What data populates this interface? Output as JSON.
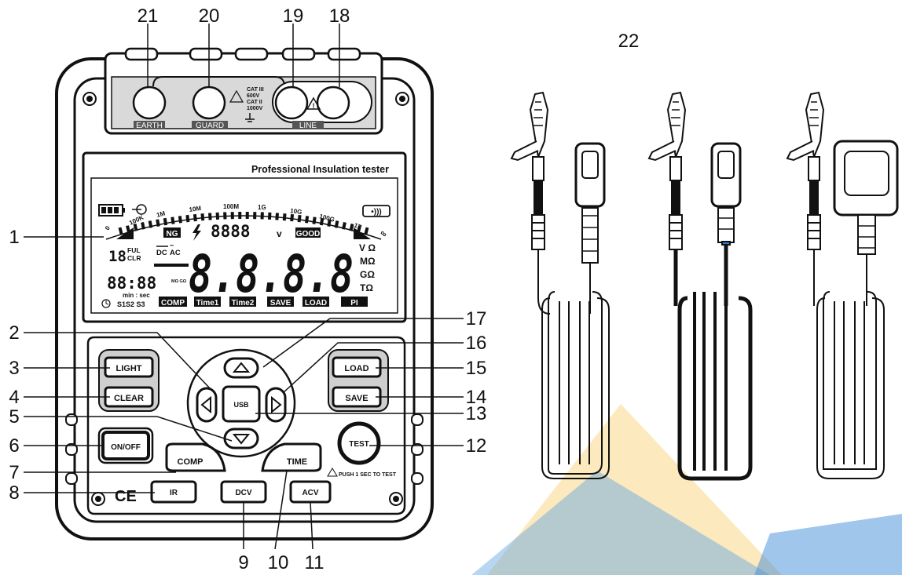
{
  "callouts": [
    {
      "id": "1",
      "label": "1"
    },
    {
      "id": "2",
      "label": "2"
    },
    {
      "id": "3",
      "label": "3"
    },
    {
      "id": "4",
      "label": "4"
    },
    {
      "id": "5",
      "label": "5"
    },
    {
      "id": "6",
      "label": "6"
    },
    {
      "id": "7",
      "label": "7"
    },
    {
      "id": "8",
      "label": "8"
    },
    {
      "id": "9",
      "label": "9"
    },
    {
      "id": "10",
      "label": "10"
    },
    {
      "id": "11",
      "label": "11"
    },
    {
      "id": "12",
      "label": "12"
    },
    {
      "id": "13",
      "label": "13"
    },
    {
      "id": "14",
      "label": "14"
    },
    {
      "id": "15",
      "label": "15"
    },
    {
      "id": "16",
      "label": "16"
    },
    {
      "id": "17",
      "label": "17"
    },
    {
      "id": "18",
      "label": "18"
    },
    {
      "id": "19",
      "label": "19"
    },
    {
      "id": "20",
      "label": "20"
    },
    {
      "id": "21",
      "label": "21"
    },
    {
      "id": "22",
      "label": "22"
    }
  ],
  "terminals": {
    "earth": "EARTH",
    "guard": "GUARD",
    "line": "LINE",
    "cat_lines": [
      "CAT III",
      "600V",
      "CAT II",
      "1000V"
    ]
  },
  "display": {
    "title": "Professional Insulation tester",
    "scale": [
      "0",
      "100K",
      "1M",
      "10M",
      "100M",
      "1G",
      "10G",
      "100G",
      "1T",
      "∞"
    ],
    "ng": "NG",
    "good": "GOOD",
    "small_digits": "8888",
    "volt_unit": "v",
    "mem_digits": "18",
    "ful": "FUL",
    "clr": "CLR",
    "dc": "DC",
    "ac": "AC",
    "main_digits": "8.8.8.8",
    "units": [
      "V Ω",
      "MΩ",
      "GΩ",
      "TΩ"
    ],
    "timer_digits": "88:88",
    "timer_units": "MΩ GΩ",
    "min_sec": "min : sec",
    "s123": "S1S2 S3",
    "modes": [
      "COMP",
      "Time1",
      "Time2",
      "SAVE",
      "LOAD",
      "PI"
    ]
  },
  "buttons": {
    "light": "LIGHT",
    "clear": "CLEAR",
    "usb": "USB",
    "load": "LOAD",
    "save": "SAVE",
    "onoff": "ON/OFF",
    "comp": "COMP",
    "time": "TIME",
    "test": "TEST",
    "ir": "IR",
    "dcv": "DCV",
    "acv": "ACV"
  },
  "push_note": "PUSH 1 SEC TO TEST",
  "ce_mark": "CE",
  "colors": {
    "ink": "#111111",
    "watermark_blue": "#2b7fd4",
    "watermark_yellow": "#f2c14a",
    "panel_grey": "#d9d9d9"
  }
}
